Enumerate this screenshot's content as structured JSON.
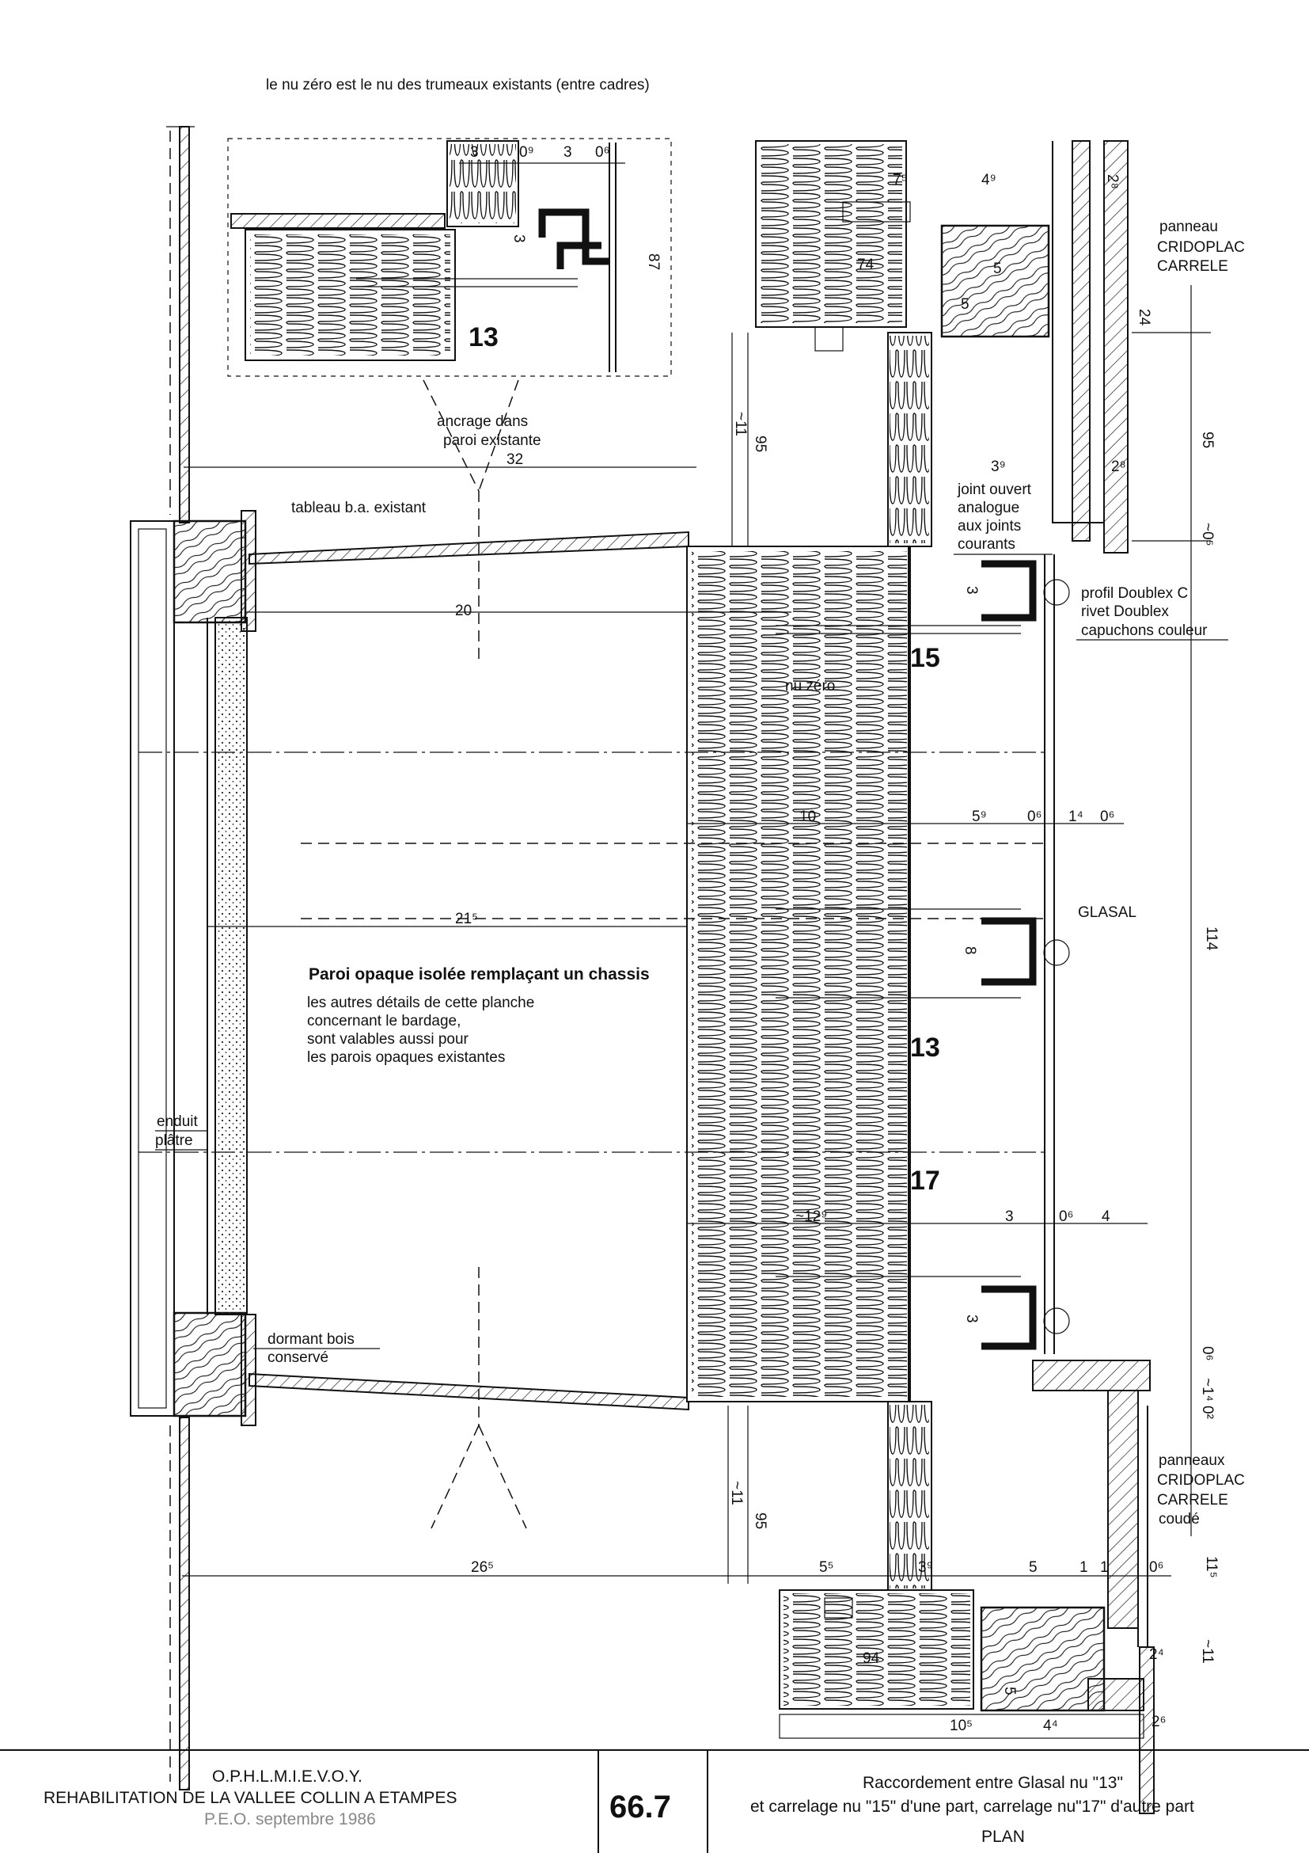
{
  "note_top": "le nu zéro est le nu des trumeaux existants (entre cadres)",
  "labels": {
    "ancrage": "ancrage dans",
    "paroi_existante": "paroi existante",
    "tableau": "tableau b.a. existant",
    "joint_1": "joint ouvert",
    "joint_2": "analogue",
    "joint_3": "aux joints",
    "joint_4": "courants",
    "profil": "profil Doublex C",
    "rivet": "rivet Doublex",
    "capuchons": "capuchons couleur",
    "nu_zero": "nu zéro",
    "glasal": "GLASAL",
    "panneau_top_1": "panneau",
    "panneau_top_2": "CRIDOPLAC",
    "panneau_top_3": "CARRELE",
    "panneaux_bot_1": "panneaux",
    "panneaux_bot_2": "CRIDOPLAC",
    "panneaux_bot_3": "CARRELE",
    "panneaux_bot_4": "coudé",
    "paroi_title": "Paroi opaque isolée remplaçant un chassis",
    "paroi_1": "les autres détails de cette planche",
    "paroi_2": "concernant le bardage,",
    "paroi_3": "sont valables aussi pour",
    "paroi_4": "les parois opaques existantes",
    "enduit": "enduit",
    "platre": "plâtre",
    "dormant_1": "dormant bois",
    "dormant_2": "conservé",
    "n13a": "13",
    "n13b": "13",
    "n15": "15",
    "n17": "17"
  },
  "dims": {
    "d3a": "3",
    "d09": "0⁹",
    "d3b": "3",
    "d06a": "0⁶",
    "d87": "87",
    "d3c": "3",
    "d75": "7⁵",
    "d49": "4⁹",
    "d28a": "2⁸",
    "d74": "74",
    "d5a": "5",
    "d5b": "5",
    "d24a": "24",
    "d32": "32",
    "d39a": "3⁹",
    "d28b": "2⁸",
    "d95a": "95",
    "d95b": "95",
    "d20": "~0⁵",
    "d11a": "~11",
    "d20b": "20",
    "d3d": "3",
    "d10": "10",
    "d59": "5⁹",
    "d06b": "0⁶",
    "d14": "1⁴",
    "d06c": "0⁶",
    "d215": "21⁵",
    "d8": "8",
    "d114": "114",
    "d129": "~12⁹",
    "d3e": "3",
    "d06d": "0⁶",
    "d4": "4",
    "d3f": "3",
    "d06e": "0⁶",
    "d14b": "~1⁴",
    "d02": "0²",
    "d11b": "~11",
    "d95c": "95",
    "d265": "26⁵",
    "d55": "5⁵",
    "d39b": "3⁹",
    "d5c": "5",
    "d1a": "1",
    "d1b": "1",
    "d06f": "0⁶",
    "d115": "11⁵",
    "d94": "94",
    "d5d": "5",
    "d24b": "2⁴",
    "d11c": "~11",
    "d105": "10⁵",
    "d44": "4⁴",
    "d26": "2⁶"
  },
  "title_block": {
    "org": "O.P.H.L.M.I.E.V.O.Y.",
    "project": "REHABILITATION DE LA VALLEE COLLIN A ETAMPES",
    "date": "P.E.O. septembre 1986",
    "number": "66.7",
    "desc_1": "Raccordement entre Glasal nu \"13\"",
    "desc_2": "et carrelage nu \"15\" d'une part, carrelage nu\"17\" d'autre part",
    "desc_3": "PLAN"
  }
}
